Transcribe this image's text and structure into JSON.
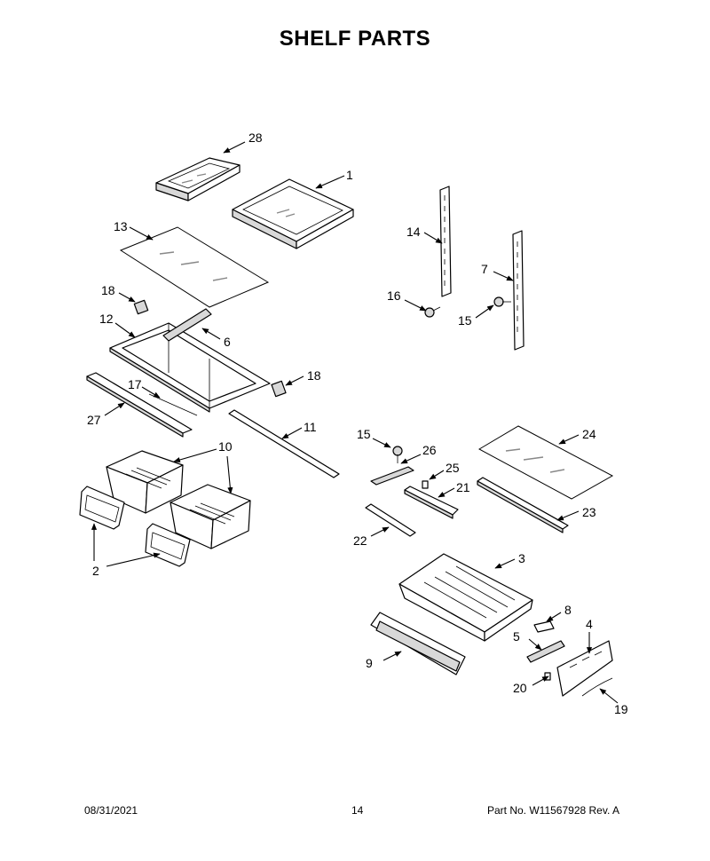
{
  "title": "SHELF PARTS",
  "footer": {
    "date": "08/31/2021",
    "page": "14",
    "part_number": "Part No.  W11567928  Rev.  A"
  },
  "callouts": {
    "c1": "1",
    "c2": "2",
    "c3": "3",
    "c4": "4",
    "c5": "5",
    "c6": "6",
    "c7": "7",
    "c8": "8",
    "c9": "9",
    "c10": "10",
    "c11": "11",
    "c12": "12",
    "c13": "13",
    "c14": "14",
    "c15a": "15",
    "c15b": "15",
    "c16": "16",
    "c17": "17",
    "c18a": "18",
    "c18b": "18",
    "c19": "19",
    "c20": "20",
    "c21": "21",
    "c22": "22",
    "c23": "23",
    "c24": "24",
    "c25": "25",
    "c26": "26",
    "c27": "27",
    "c28": "28"
  }
}
